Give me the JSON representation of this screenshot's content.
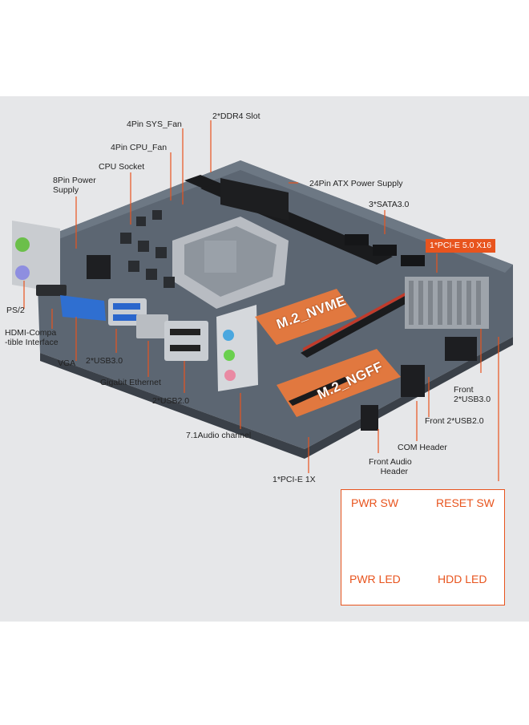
{
  "labels": {
    "ps2": "PS/2",
    "hdmi": "HDMI-Compa\n-tible Interface",
    "vga": "VGA",
    "usb30_rear": "2*USB3.0",
    "gigabit_ethernet": "Gigabit Ethernet",
    "usb20_rear": "2*USB2.0",
    "audio": "7.1Audio channel",
    "pcie_1x": "1*PCI-E 1X",
    "front_audio": "Front Audio\nHeader",
    "com_header": "COM Header",
    "front_usb20": "Front 2*USB2.0",
    "front_usb30": "Front\n2*USB3.0",
    "pcie_x16": "1*PCI-E 5.0 X16",
    "sata": "3*SATA3.0",
    "atx_power": "24Pin ATX  Power Supply",
    "ddr4": "2*DDR4 Slot",
    "sys_fan": "4Pin SYS_Fan",
    "cpu_fan": "4Pin CPU_Fan",
    "cpu_socket": "CPU Socket",
    "power_8pin": "8Pin Power\nSupply",
    "m2_nvme": "M.2_NVME",
    "m2_ngff": "M.2_NGFF"
  },
  "inset": {
    "pwr_sw": "PWR SW",
    "reset_sw": "RESET SW",
    "pwr_led": "PWR LED",
    "hdd_led": "HDD  LED"
  },
  "colors": {
    "accent": "#e8541e",
    "leader": "#e8541e",
    "board": "#5a6470"
  }
}
